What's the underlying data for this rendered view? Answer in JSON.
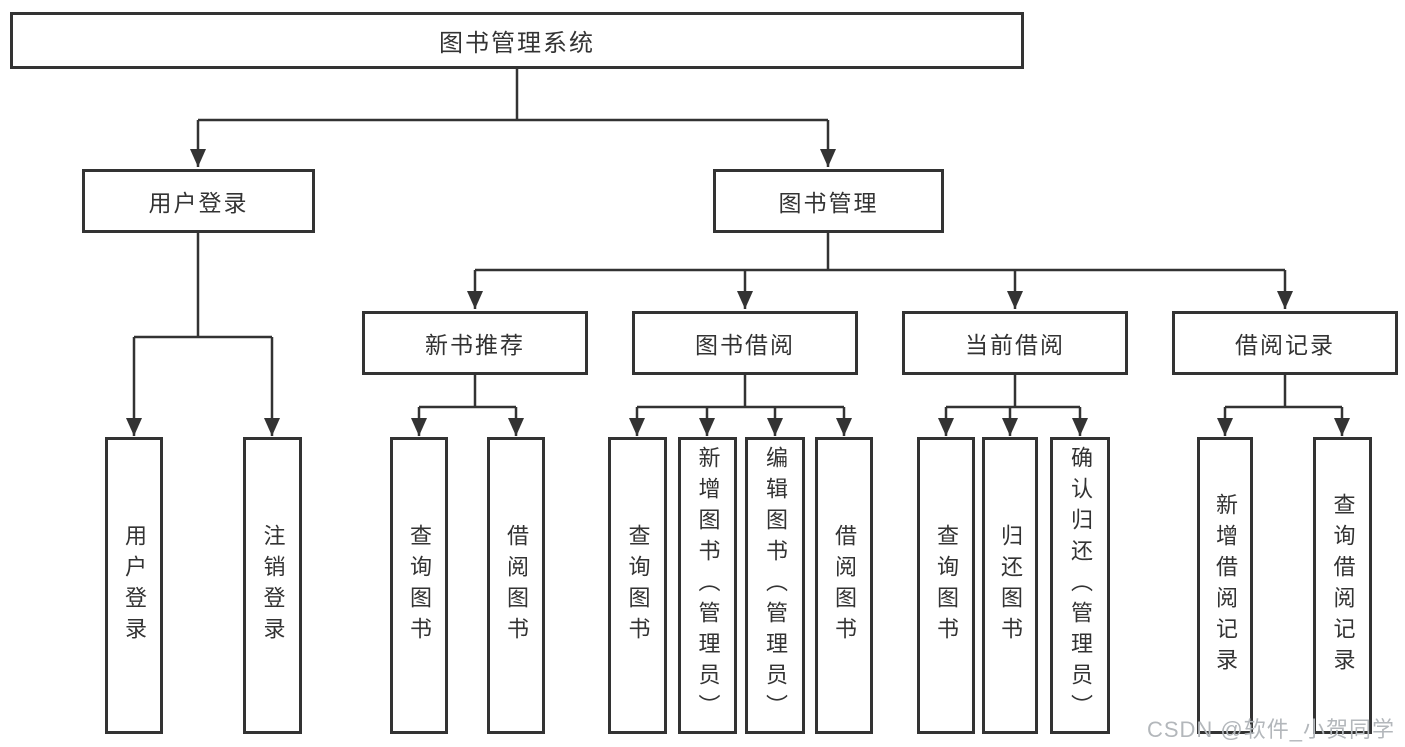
{
  "diagram": {
    "root": "图书管理系统",
    "level2": {
      "user_login": "用户登录",
      "book_mgmt": "图书管理"
    },
    "level3": {
      "new_books": "新书推荐",
      "book_borrow": "图书借阅",
      "current_borrow": "当前借阅",
      "borrow_records": "借阅记录"
    },
    "leaves": {
      "user_login": "用户登录",
      "logout": "注销登录",
      "nb_query_books": "查询图书",
      "nb_borrow_books": "借阅图书",
      "bb_query_books": "查询图书",
      "bb_add_books": "新增图书（管理员）",
      "bb_edit_books": "编辑图书（管理员）",
      "bb_borrow_books": "借阅图书",
      "cb_query_books": "查询图书",
      "cb_return_books": "归还图书",
      "cb_confirm_return": "确认归还（管理员）",
      "br_add_record": "新增借阅记录",
      "br_query_record": "查询借阅记录"
    }
  },
  "watermark": "CSDN @软件_小贺同学",
  "colors": {
    "line": "#333333",
    "text": "#333333",
    "background": "#ffffff",
    "watermark": "#b3b7bb"
  }
}
